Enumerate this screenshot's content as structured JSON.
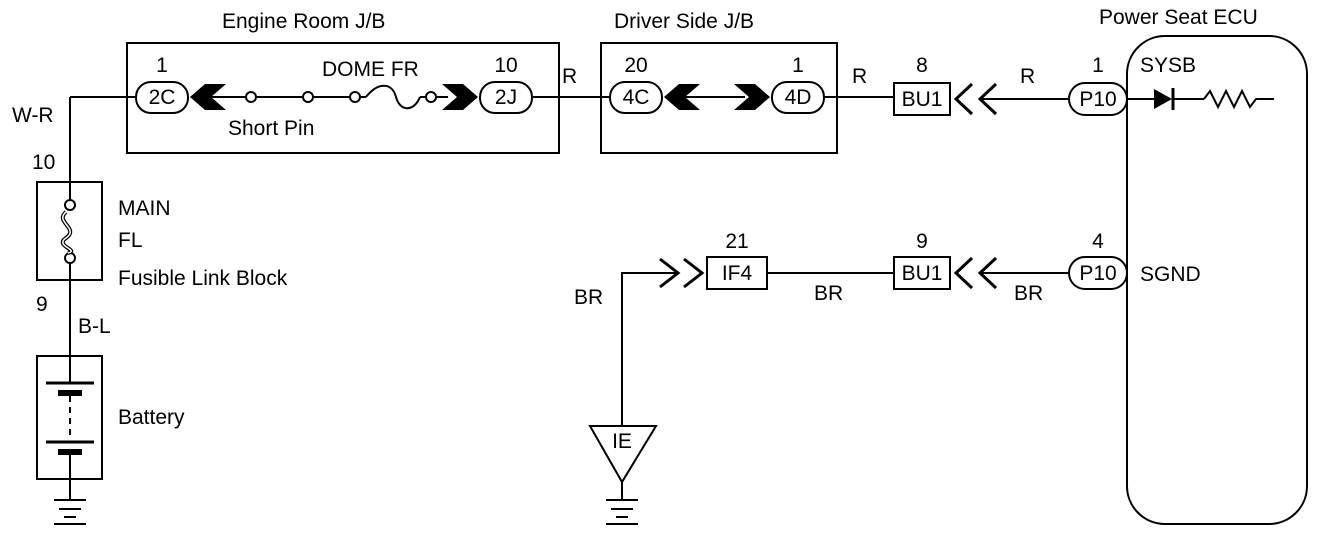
{
  "labels": {
    "engine_jb_title": "Engine Room J/B",
    "driver_jb_title": "Driver Side J/B",
    "ecu_title": "Power Seat ECU",
    "dome_fr": "DOME FR",
    "short_pin": "Short Pin",
    "main": "MAIN",
    "fl": "FL",
    "fusible_link_block": "Fusible Link Block",
    "battery": "Battery",
    "sysb": "SYSB",
    "sgnd": "SGND"
  },
  "wire_colors": {
    "w_r": "W-R",
    "b_l": "B-L",
    "r1": "R",
    "r2": "R",
    "r3": "R",
    "br1": "BR",
    "br2": "BR",
    "br3": "BR"
  },
  "connectors": {
    "c2c": {
      "id": "2C",
      "pin": "1"
    },
    "c2j": {
      "id": "2J",
      "pin": "10"
    },
    "c4c": {
      "id": "4C",
      "pin": "20"
    },
    "c4d": {
      "id": "4D",
      "pin": "1"
    },
    "bu1_top": {
      "id": "BU1",
      "pin": "8"
    },
    "p10_top": {
      "id": "P10",
      "pin": "1"
    },
    "if4": {
      "id": "IF4",
      "pin": "21"
    },
    "bu1_bot": {
      "id": "BU1",
      "pin": "9"
    },
    "p10_bot": {
      "id": "P10",
      "pin": "4"
    },
    "ie": {
      "id": "IE"
    }
  },
  "fusible_link_pins": {
    "top": "10",
    "bottom": "9"
  }
}
